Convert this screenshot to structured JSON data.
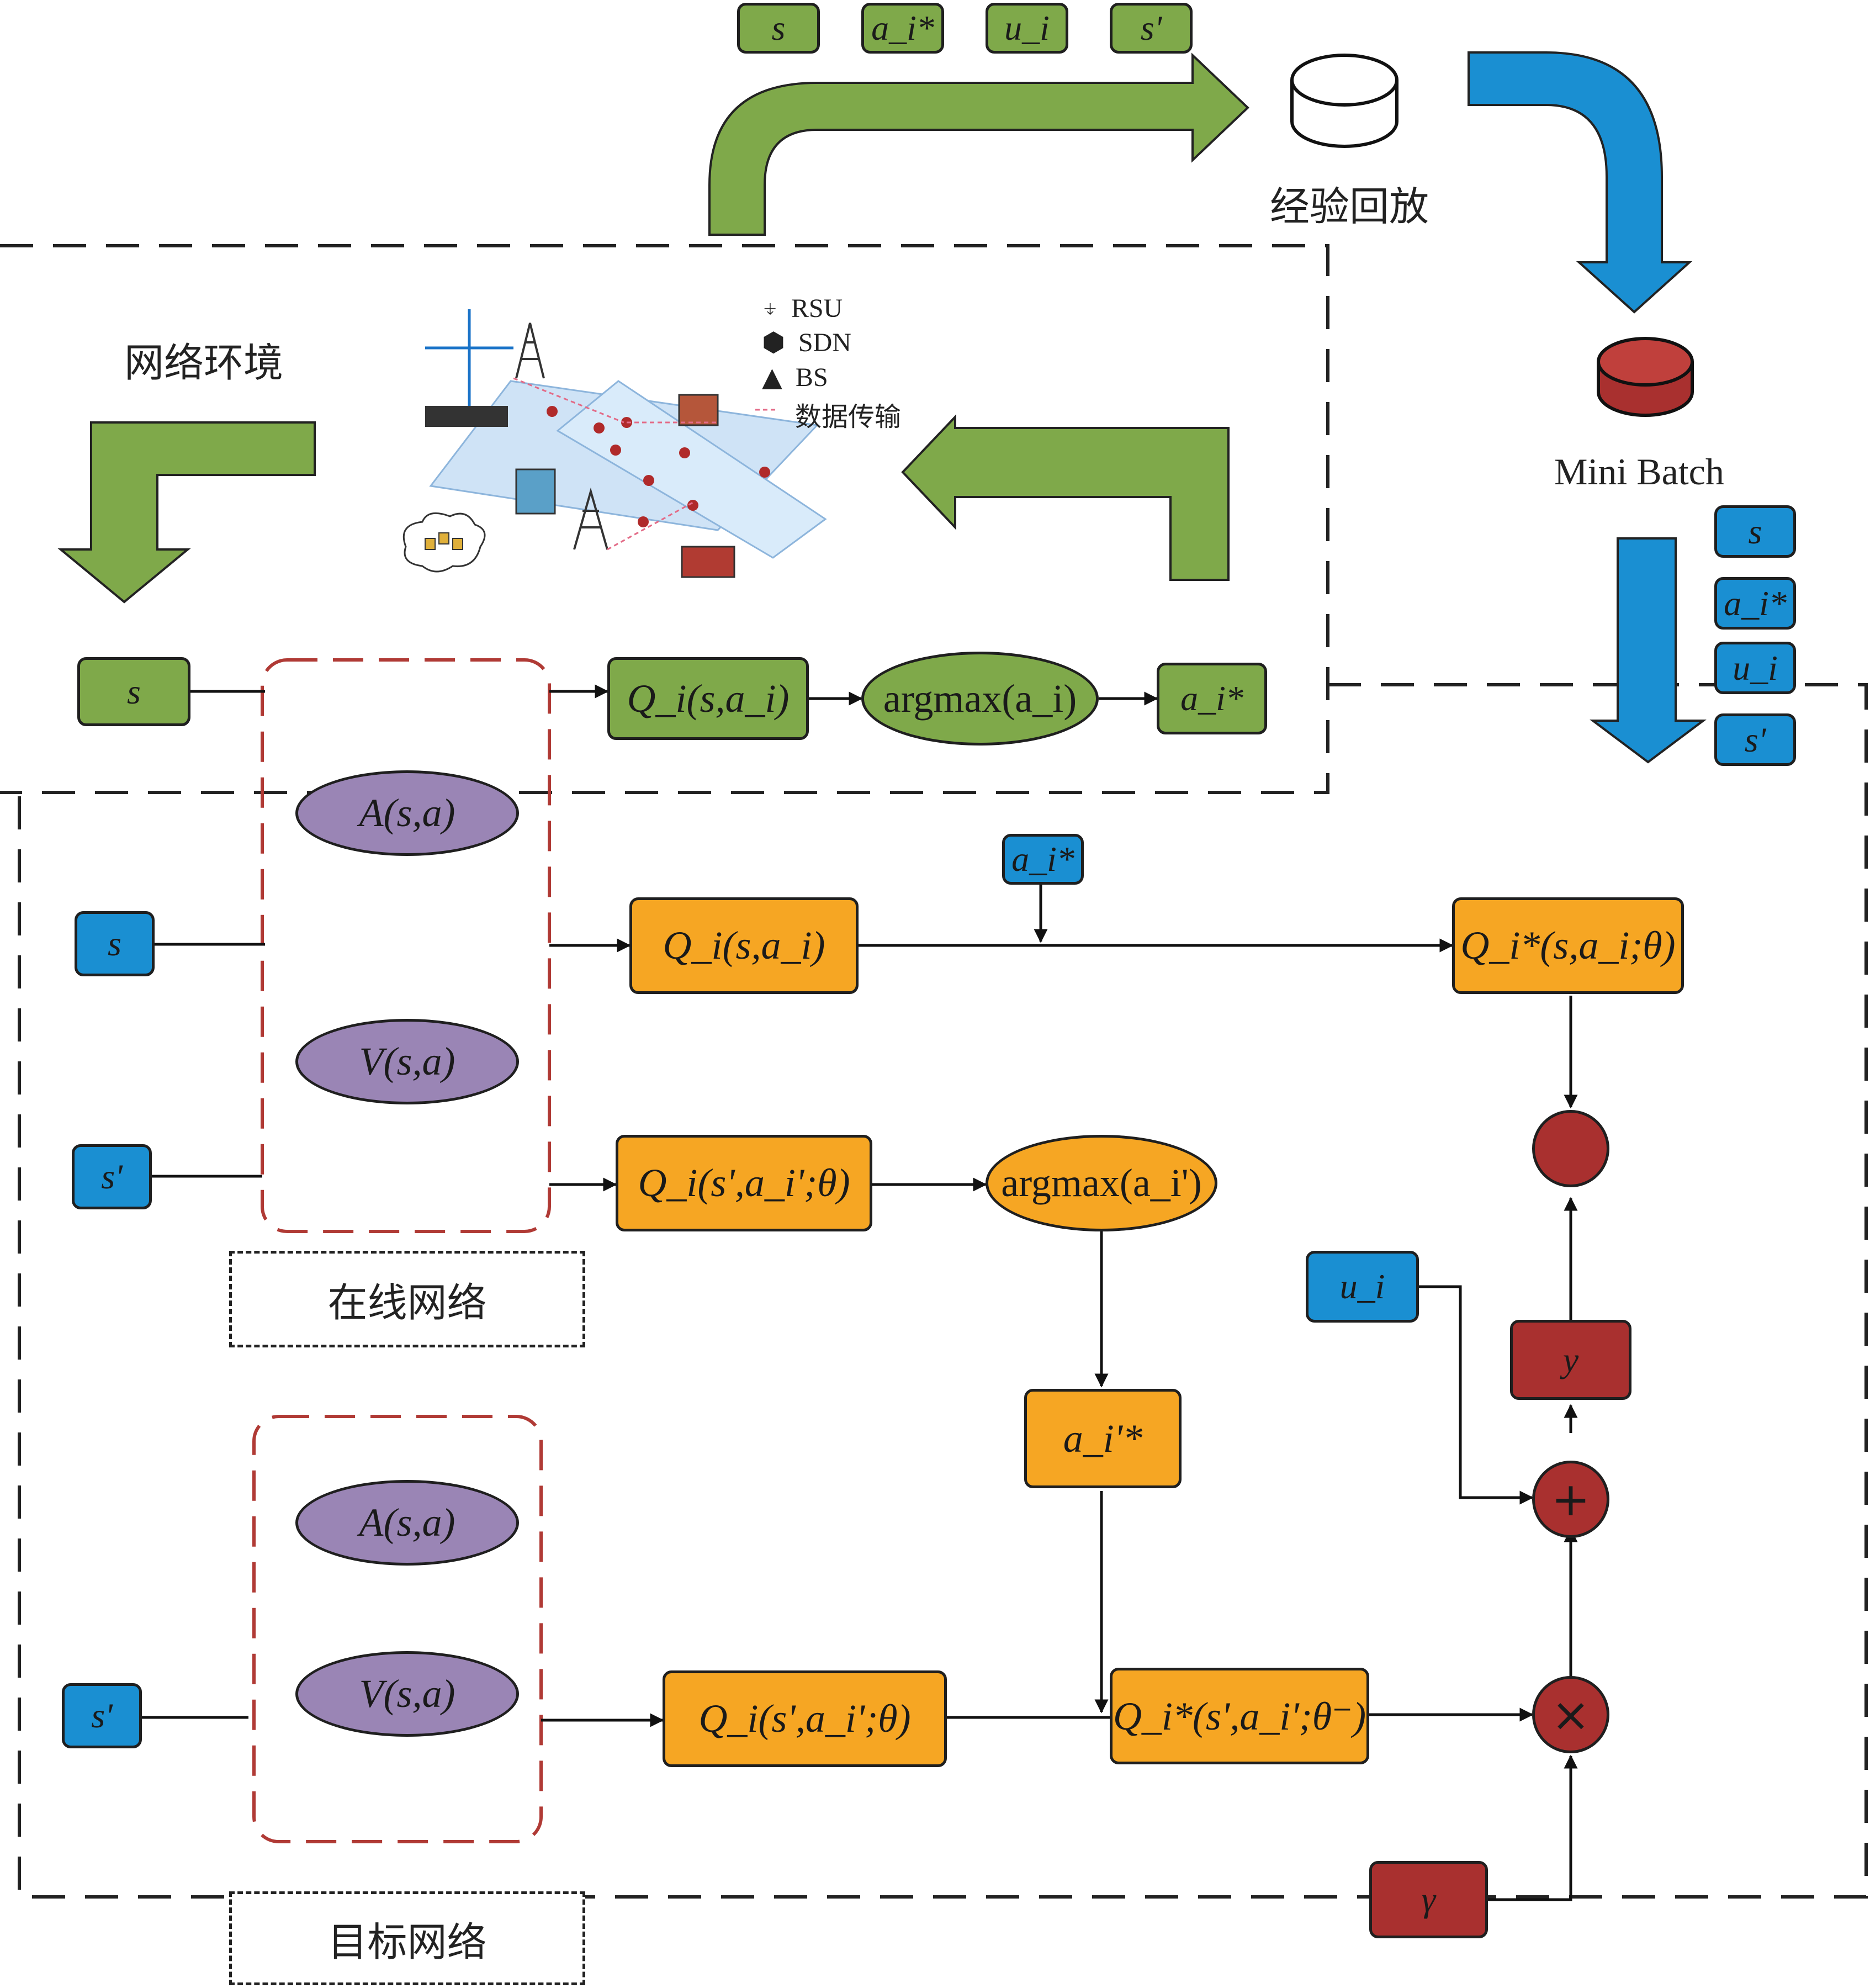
{
  "top_tuple": [
    "s",
    "a_i*",
    "u_i",
    "s'"
  ],
  "replay": {
    "label": "经验回放"
  },
  "minibatch": {
    "label": "Mini Batch",
    "tuple": [
      "s",
      "a_i*",
      "u_i",
      "s'"
    ]
  },
  "environment": {
    "label": "网络环境",
    "legend": [
      {
        "icon": "rsu-icon",
        "text": "RSU"
      },
      {
        "icon": "sdn-icon",
        "text": "SDN"
      },
      {
        "icon": "bs-icon",
        "text": "BS"
      },
      {
        "icon": "dashed-line-icon",
        "text": "数据传输"
      }
    ]
  },
  "env_row": {
    "input": "s",
    "q": "Q_i(s,a_i)",
    "argmax": "argmax(a_i)",
    "output": "a_i*"
  },
  "online": {
    "label": "在线网络",
    "advantage": "A(s,a)",
    "value": "V(s,a)",
    "input_s": "s",
    "input_s_next": "s'",
    "q_s": "Q_i(s,a_i)",
    "a_star": "a_i*",
    "q_star": "Q_i*(s,a_i;θ)",
    "q_s_next": "Q_i(s',a_i';θ)",
    "argmax_next": "argmax(a_i')",
    "a_next_star": "a_i'*"
  },
  "target": {
    "label": "目标网络",
    "advantage": "A(s,a)",
    "value": "V(s,a)",
    "input_s_next": "s'",
    "q_s_next": "Q_i(s',a_i';θ)",
    "q_target": "Q_i*(s',a_i';θ⁻)"
  },
  "loss": {
    "u": "u_i",
    "y": "y",
    "gamma": "γ",
    "plus": "+",
    "times": "×"
  },
  "colors": {
    "green": "#7fa94a",
    "blue": "#1a8fd2",
    "orange": "#f6a623",
    "purple": "#9a85b5",
    "red": "#a9302f"
  }
}
